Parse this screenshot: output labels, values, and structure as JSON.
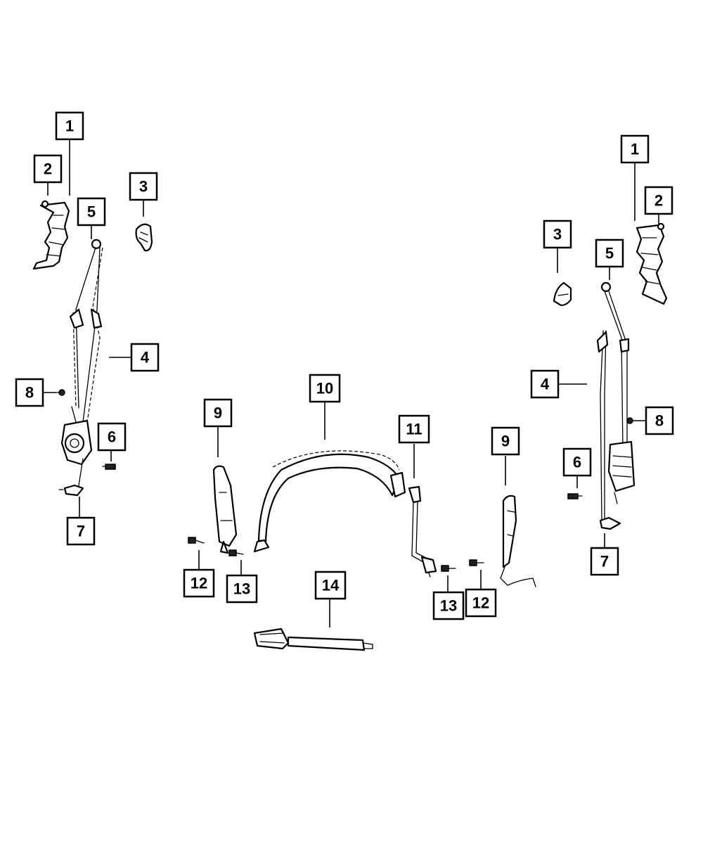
{
  "diagram": {
    "callouts": [
      {
        "id": "left-1",
        "label": "1"
      },
      {
        "id": "left-2",
        "label": "2"
      },
      {
        "id": "left-3",
        "label": "3"
      },
      {
        "id": "left-5",
        "label": "5"
      },
      {
        "id": "left-4",
        "label": "4"
      },
      {
        "id": "left-8",
        "label": "8"
      },
      {
        "id": "left-6",
        "label": "6"
      },
      {
        "id": "left-7",
        "label": "7"
      },
      {
        "id": "center-9a",
        "label": "9"
      },
      {
        "id": "center-10",
        "label": "10"
      },
      {
        "id": "center-11",
        "label": "11"
      },
      {
        "id": "center-9b",
        "label": "9"
      },
      {
        "id": "center-12a",
        "label": "12"
      },
      {
        "id": "center-13a",
        "label": "13"
      },
      {
        "id": "center-14",
        "label": "14"
      },
      {
        "id": "center-13b",
        "label": "13"
      },
      {
        "id": "center-12b",
        "label": "12"
      },
      {
        "id": "right-1",
        "label": "1"
      },
      {
        "id": "right-2",
        "label": "2"
      },
      {
        "id": "right-3",
        "label": "3"
      },
      {
        "id": "right-5",
        "label": "5"
      },
      {
        "id": "right-4",
        "label": "4"
      },
      {
        "id": "right-8",
        "label": "8"
      },
      {
        "id": "right-6",
        "label": "6"
      },
      {
        "id": "right-7",
        "label": "7"
      }
    ]
  }
}
